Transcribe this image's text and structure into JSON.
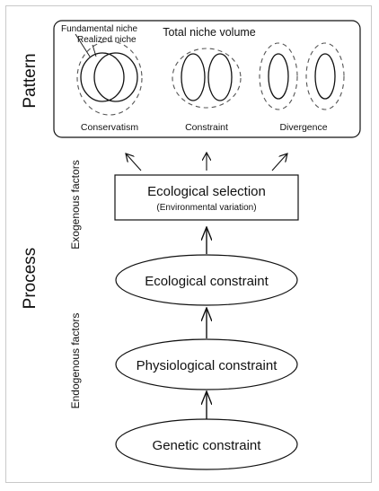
{
  "side_labels": {
    "pattern": "Pattern",
    "process": "Process",
    "exogenous": "Exogenous factors",
    "endogenous": "Endogenous factors"
  },
  "pattern_panel": {
    "title": "Total niche volume",
    "legend_fundamental": "Fundamental niche",
    "legend_realized": "Realized niche",
    "cases": [
      {
        "label": "Conservatism"
      },
      {
        "label": "Constraint"
      },
      {
        "label": "Divergence"
      }
    ]
  },
  "process": {
    "selection_title": "Ecological selection",
    "selection_subtitle": "(Environmental variation)",
    "ecological": "Ecological constraint",
    "physiological": "Physiological constraint",
    "genetic": "Genetic constraint"
  }
}
